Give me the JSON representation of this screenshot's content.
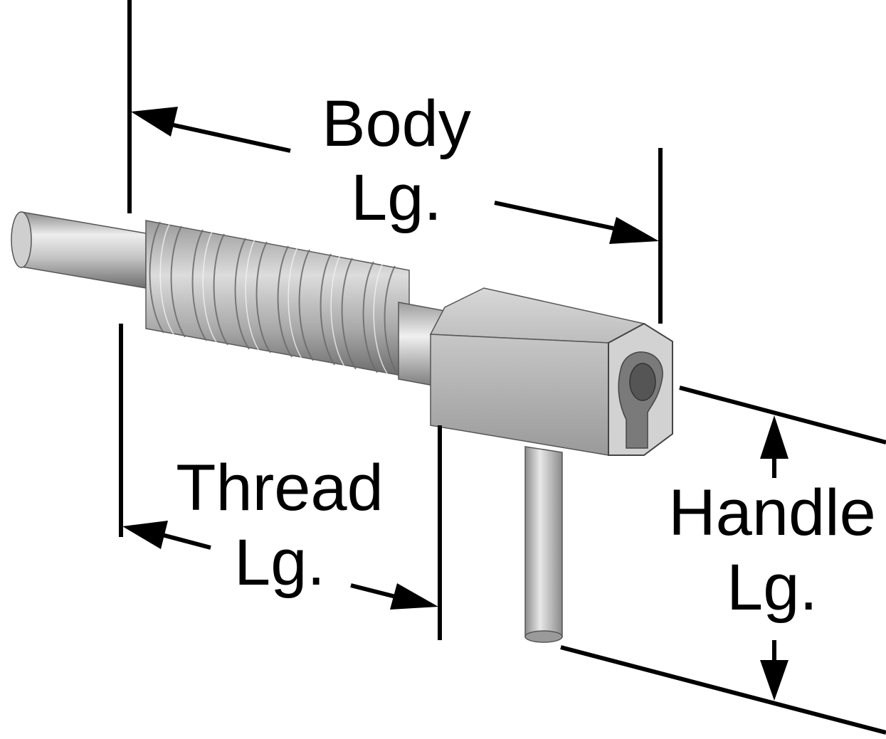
{
  "labels": {
    "body": {
      "line1": "Body",
      "line2": "Lg."
    },
    "thread": {
      "line1": "Thread",
      "line2": "Lg."
    },
    "handle": {
      "line1": "Handle",
      "line2": "Lg."
    }
  },
  "colors": {
    "ink": "#000000",
    "metal_light": "#e6e6e6",
    "metal_mid": "#b5b5b5",
    "metal_dark": "#7d7d7d"
  }
}
